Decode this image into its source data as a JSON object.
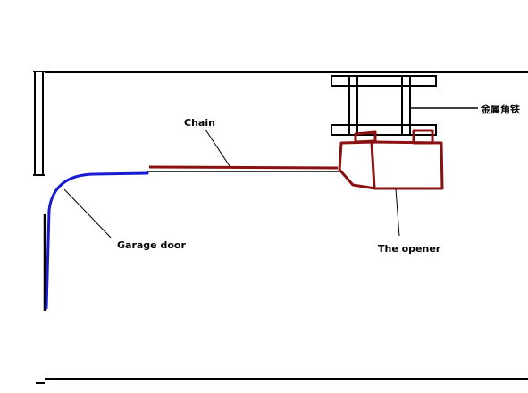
{
  "labels": {
    "chain": "Chain",
    "angle_iron": "金属角铁",
    "garage_door": "Garage door",
    "opener": "The opener"
  },
  "colors": {
    "structure": "#000000",
    "door": "#1a1ad0",
    "chain_and_opener": "#8b1010",
    "background": "#ffffff"
  }
}
